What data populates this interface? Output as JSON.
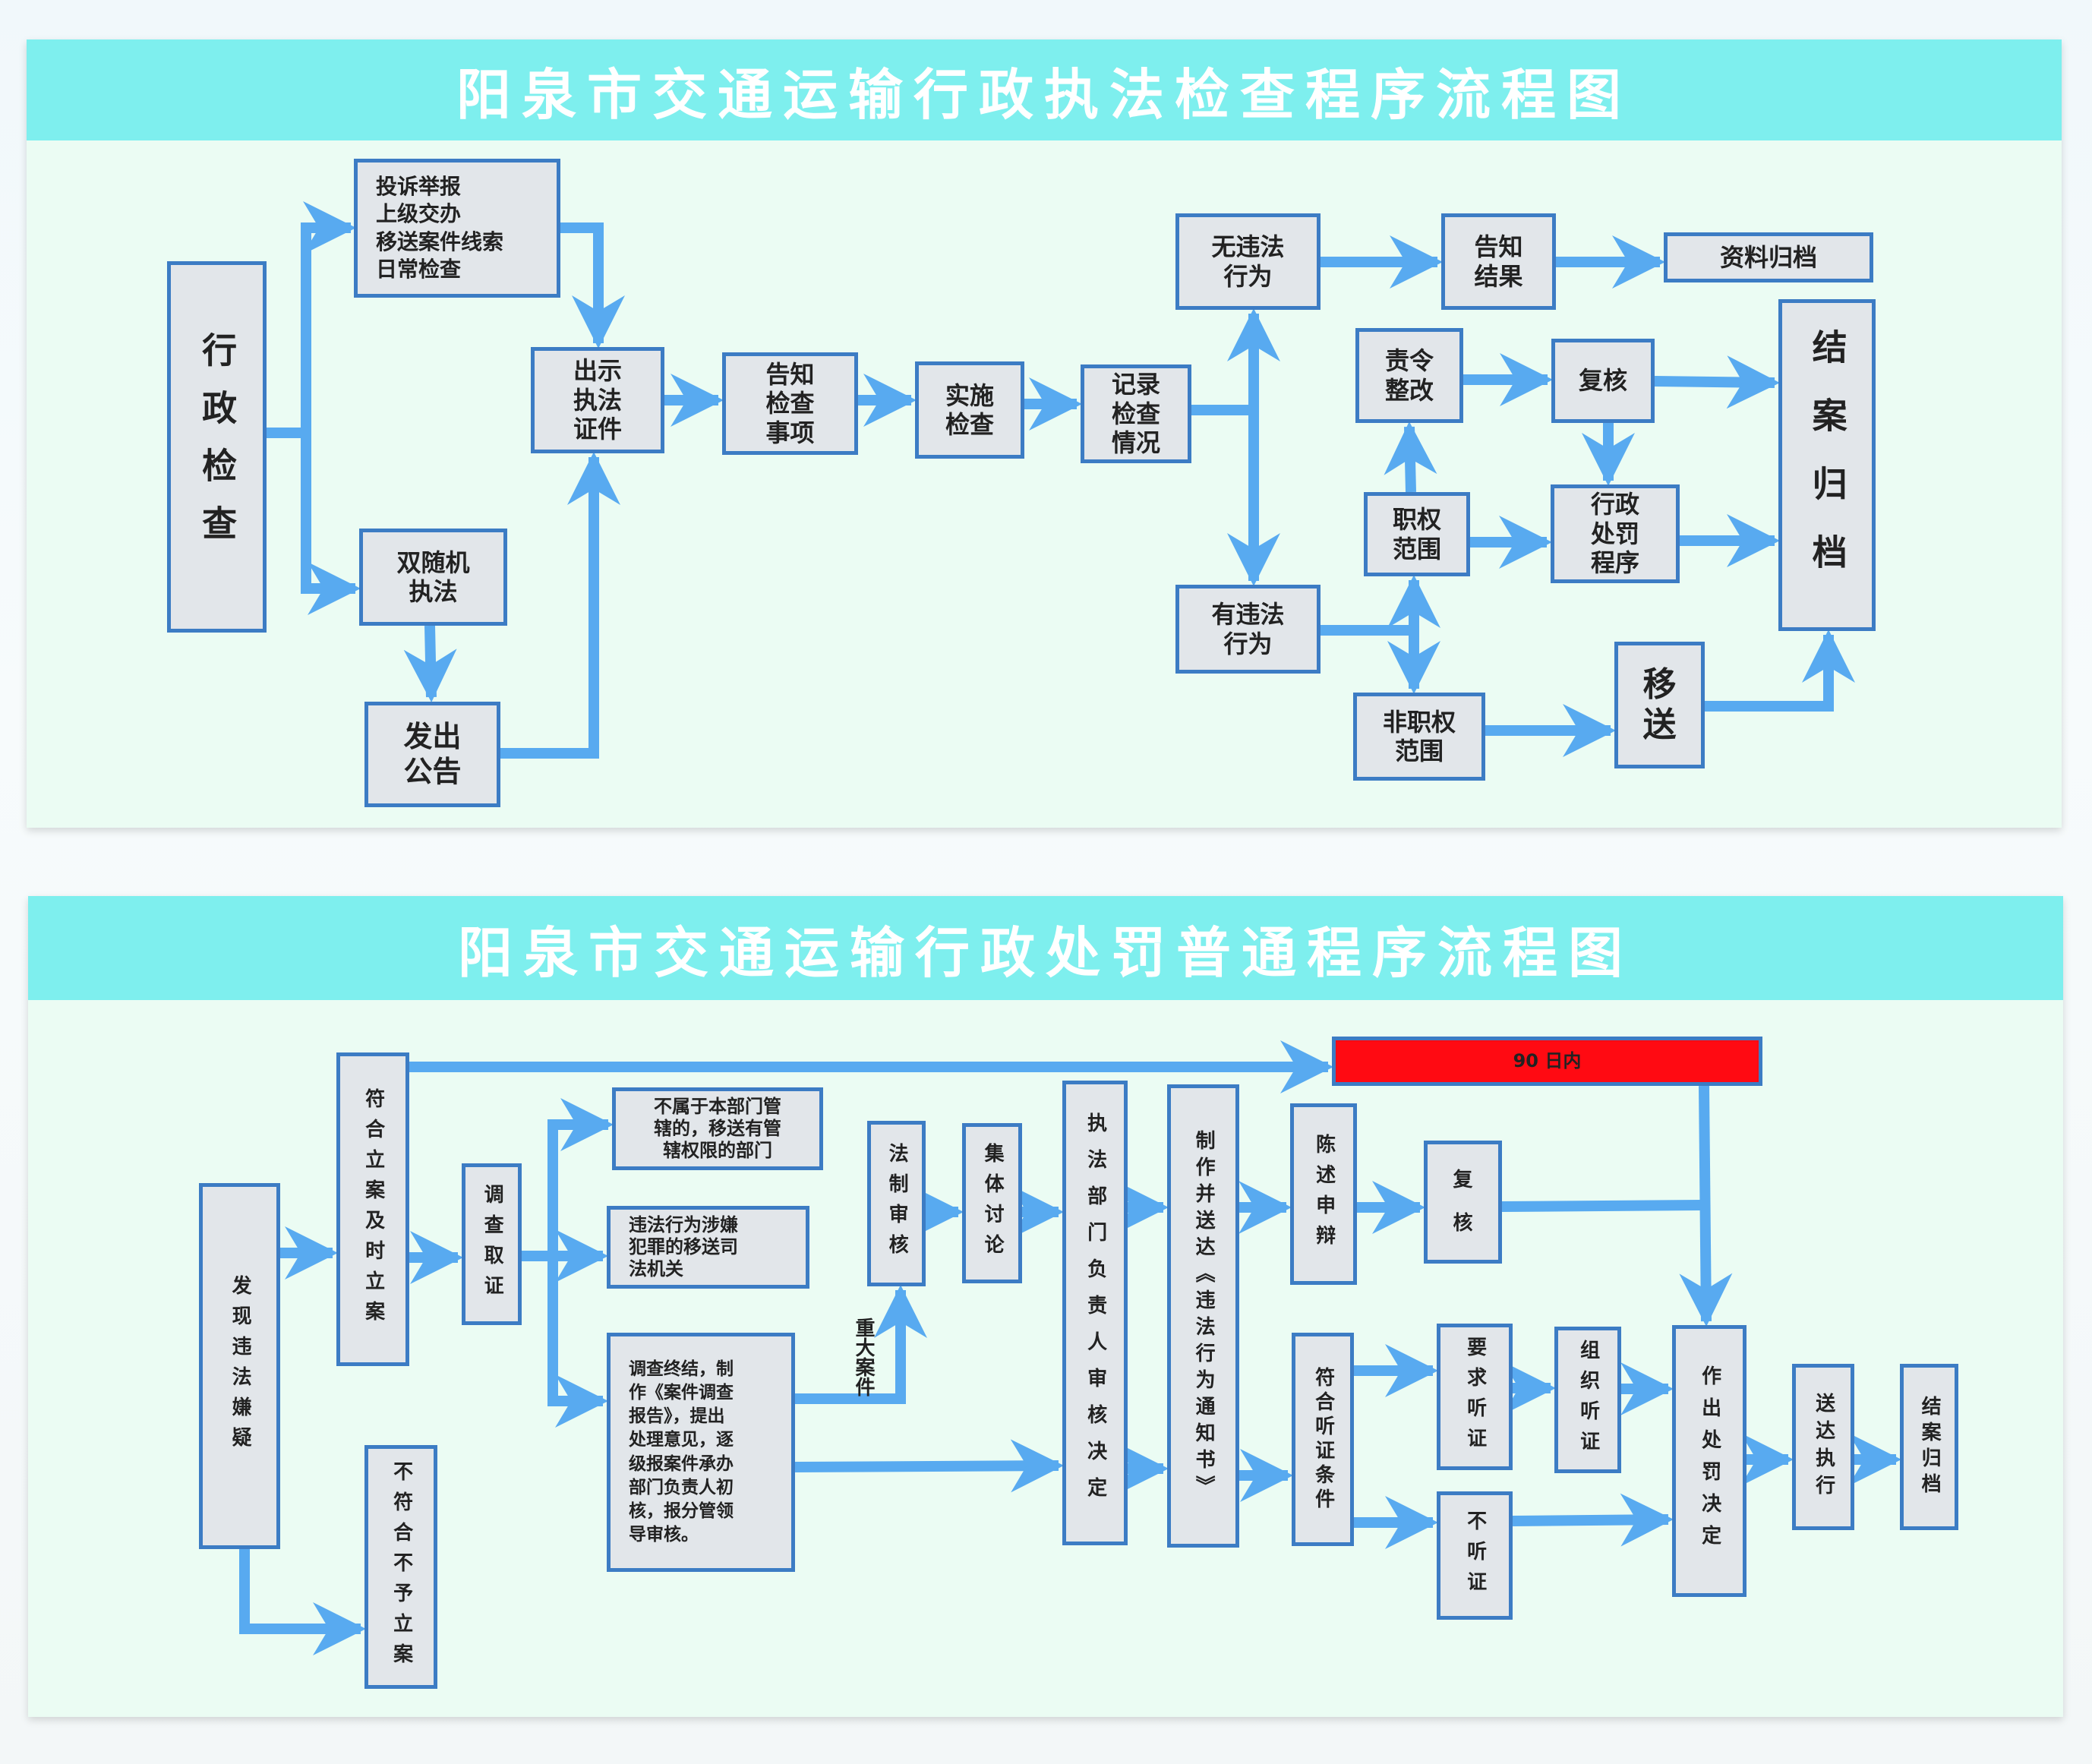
{
  "top_panel": {
    "title": "阳泉市交通运输行政执法检查程序流程图",
    "nodes": {
      "xingzheng_jiancha": "行政检查",
      "sources": "投诉举报\n上级交办\n移送案件线索\n日常检查",
      "shuang_suiji": "双随机\n执法",
      "fachu_gonggao": "发出\n公告",
      "chushi_zhengjian": "出示\n执法\n证件",
      "gaozhi_shixiang": "告知\n检查\n事项",
      "shishi_jiancha": "实施\n检查",
      "jilu_qingkuang": "记录\n检查\n情况",
      "wu_weifa": "无违法\n行为",
      "gaozhi_jieguo": "告知\n结果",
      "ziliao_guidang": "资料归档",
      "zeling_zhenggai": "责令\n整改",
      "fuhe": "复核",
      "jiean_guidang": "结案归档",
      "zhiquan_fanwei": "职权\n范围",
      "xingzheng_chufa": "行政\n处罚\n程序",
      "you_weifa": "有违法\n行为",
      "fei_zhiquan": "非职权\n范围",
      "yisong": "移\n送"
    }
  },
  "bottom_panel": {
    "title": "阳泉市交通运输行政处罚普通程序流程图",
    "nodes": {
      "faxian": "发现违法嫌疑",
      "fuhe_lian": "符合立案及时立案",
      "bufuhe": "不符合不予立案",
      "diaocha": "调查取证",
      "bushuyu": "不属于本部门管\n辖的，移送有管\n辖权限的部门",
      "weifa_fanzui": "违法行为涉嫌\n犯罪的移送司\n法机关",
      "diaocha_zhongjie": "调查终结，制\n作《案件调查\n报告》，提出\n处理意见，逐\n级报案件承办\n部门负责人初\n核，报分管领\n导审核。",
      "fazhi_shenhe": "法制审核",
      "jiti_taolun": "集体讨论",
      "zhifa_fuze": "执法部门负责人审核决定",
      "zhizuo_tongzhi": "制作并送达《违法行为通知书》",
      "chenshu_shenbian": "陈述申辩",
      "fuhe2": "复\n\n核",
      "time_limit": "90  日内",
      "fuhe_tingzheng": "符合听证条件",
      "yaoqiu_tingzheng": "要求听证",
      "zuzhi_tingzheng": "组织听证",
      "bu_tingzheng": "不听证",
      "zuochu_jueding": "作出处罚决定",
      "songda_zhixing": "送达执行",
      "jiean_guidang": "结案归档"
    },
    "edge_labels": {
      "zhongda_anjian": "重大案件"
    }
  },
  "colors": {
    "header": "#7eefee",
    "arrow": "#58aaf0",
    "box_border": "#3c7cc4",
    "box_fill": "#e2e6ea",
    "alert": "#ff0a12"
  }
}
